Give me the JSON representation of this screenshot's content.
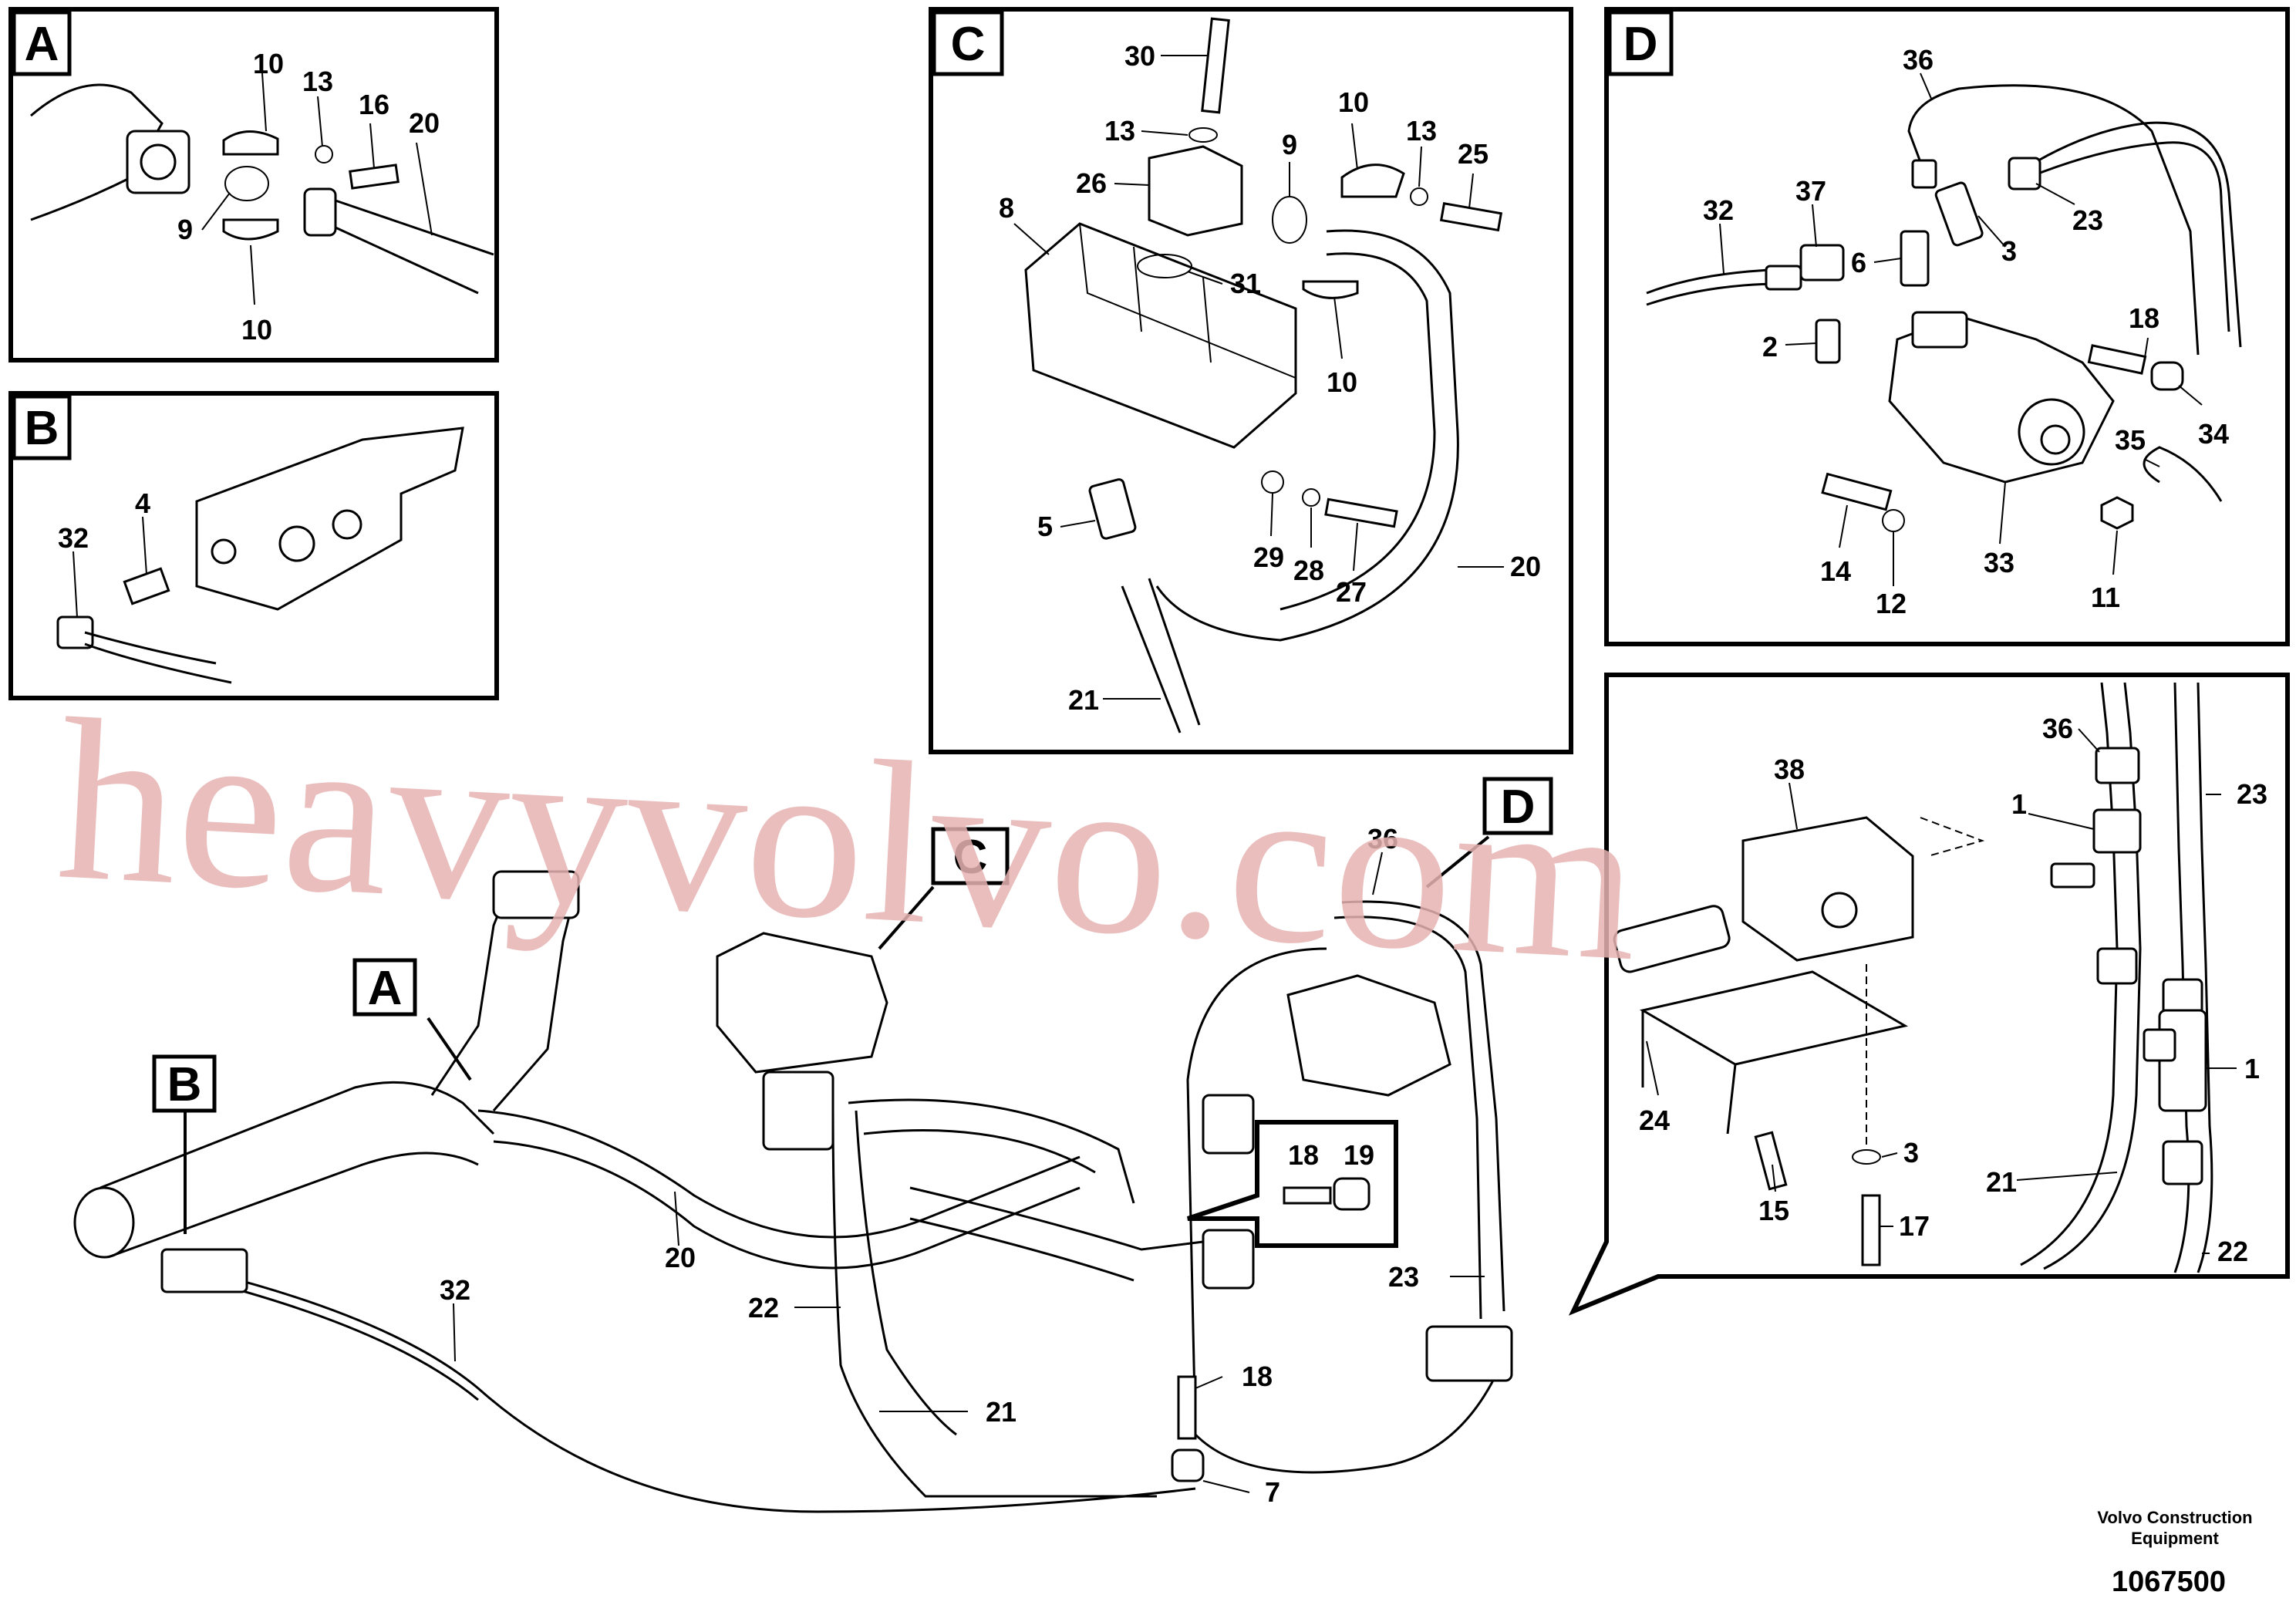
{
  "panels": [
    {
      "letter": "A",
      "labels": [
        "10",
        "13",
        "16",
        "20",
        "9",
        "10"
      ]
    },
    {
      "letter": "B",
      "labels": [
        "32",
        "4"
      ]
    },
    {
      "letter": "C",
      "labels": [
        "30",
        "13",
        "26",
        "8",
        "31",
        "10",
        "9",
        "13",
        "25",
        "10",
        "5",
        "29",
        "28",
        "27",
        "20",
        "21"
      ]
    },
    {
      "letter": "D",
      "labels": [
        "36",
        "32",
        "37",
        "6",
        "2",
        "3",
        "23",
        "18",
        "34",
        "35",
        "14",
        "12",
        "33",
        "11"
      ]
    },
    {
      "letter": "",
      "labels": [
        "36",
        "23",
        "38",
        "1",
        "1",
        "24",
        "3",
        "15",
        "17",
        "21",
        "22"
      ]
    }
  ],
  "callout_19": {
    "labels": [
      "18",
      "19"
    ]
  },
  "main_labels": [
    "20",
    "32",
    "22",
    "21",
    "36",
    "23",
    "18",
    "7"
  ],
  "main_callouts": [
    "A",
    "B",
    "C",
    "D"
  ],
  "brand": {
    "line1": "Volvo Construction",
    "line2": "Equipment"
  },
  "doc_number": "1067500",
  "watermark": "heavyvolvo.com",
  "colors": {
    "watermark": "#e8b3b3",
    "ink": "#000000"
  }
}
